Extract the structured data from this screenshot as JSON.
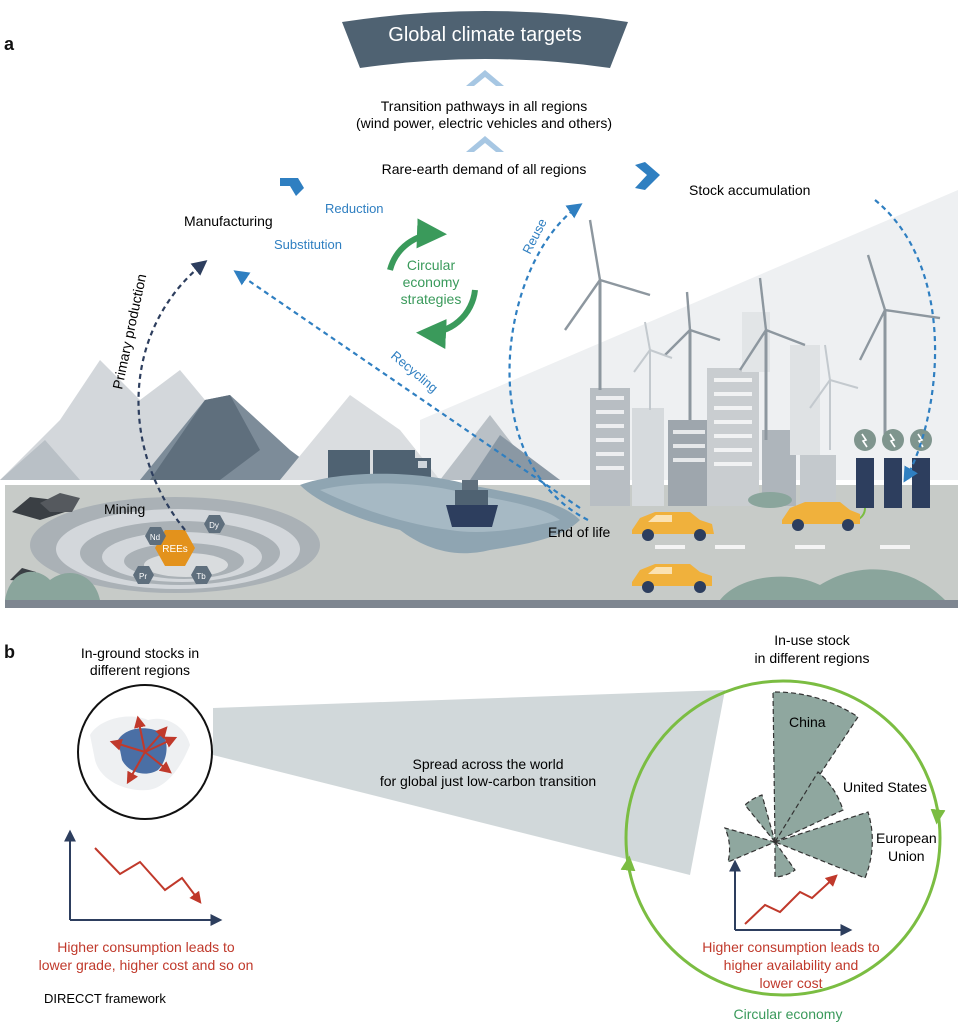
{
  "panel_a": {
    "label": "a",
    "banner": "Global climate targets",
    "pathways_line1": "Transition pathways in all regions",
    "pathways_line2": "(wind power, electric vehicles and others)",
    "demand": "Rare-earth demand of all regions",
    "manufacturing": "Manufacturing",
    "stock_accumulation": "Stock accumulation",
    "reduction": "Reduction",
    "substitution": "Substitution",
    "circular_line1": "Circular",
    "circular_line2": "economy",
    "circular_line3": "strategies",
    "primary_production": "Primary production",
    "reuse": "Reuse",
    "recycling": "Recycling",
    "mining": "Mining",
    "end_of_life": "End of life",
    "elements": {
      "center": "REEs",
      "nd": "Nd",
      "dy": "Dy",
      "pr": "Pr",
      "tb": "Tb"
    }
  },
  "panel_b": {
    "label": "b",
    "in_ground_line1": "In-ground stocks in",
    "in_ground_line2": "different regions",
    "spread_line1": "Spread across the world",
    "spread_line2": "for global just low-carbon transition",
    "in_use_line1": "In-use stock",
    "in_use_line2": "in different regions",
    "regions": {
      "china": "China",
      "us": "United States",
      "eu_line1": "European",
      "eu_line2": "Union"
    },
    "left_note_line1": "Higher consumption leads to",
    "left_note_line2": "lower grade, higher cost and so on",
    "framework": "DIRECCT framework",
    "right_note_line1": "Higher consumption leads to",
    "right_note_line2": "higher availability and",
    "right_note_line3": "lower cost",
    "circular_economy": "Circular economy"
  },
  "colors": {
    "navy": "#2d3e5e",
    "blue_label": "#2f7fc1",
    "green": "#3a9a5b",
    "circle_green": "#7bbd42",
    "red": "#c0392b",
    "slate": "#4f6272",
    "rare_earth_orange": "#e3921c",
    "car_yellow": "#f0b13c"
  }
}
